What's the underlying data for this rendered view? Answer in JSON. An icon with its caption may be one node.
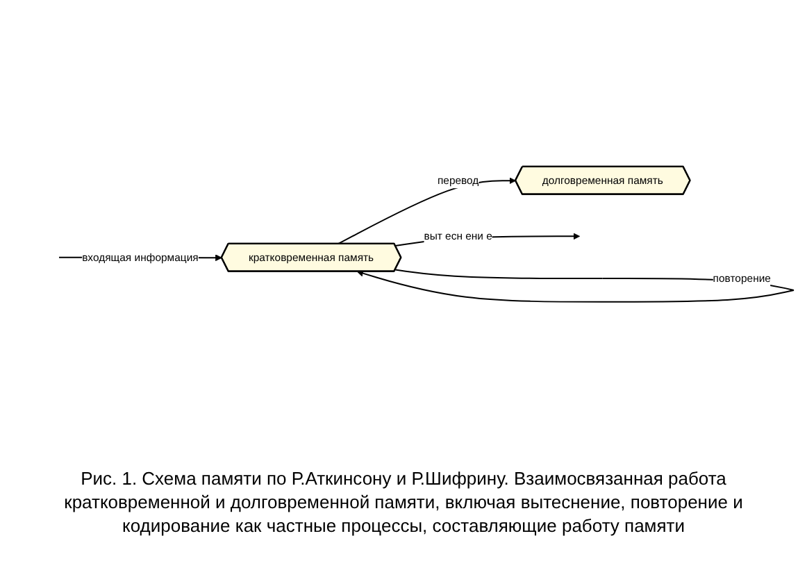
{
  "diagram": {
    "nodes": [
      {
        "text": [
          "кратковременная память"
        ]
      },
      {
        "text": [
          "долговременная память"
        ]
      }
    ],
    "edges": [
      {
        "from": null,
        "to": 0,
        "arrow": "to",
        "label": "входящая информация"
      },
      {
        "from": 0,
        "to": 0,
        "arrow": "to",
        "label": "повторение"
      },
      {
        "from": 0,
        "to": 1,
        "arrow": "to",
        "label": "перевод"
      },
      {
        "from": 0,
        "to": null,
        "arrow": "to",
        "label": "выт есн ени е"
      }
    ],
    "caption": "Рис. 1. Схема памяти по Р.Аткинсону и Р.Шифрину. Взаимосвязанная работа кратковременной и долговременной памяти, включая вытеснение, повторение и кодирование как частные процессы, составляющие работу памяти"
  }
}
